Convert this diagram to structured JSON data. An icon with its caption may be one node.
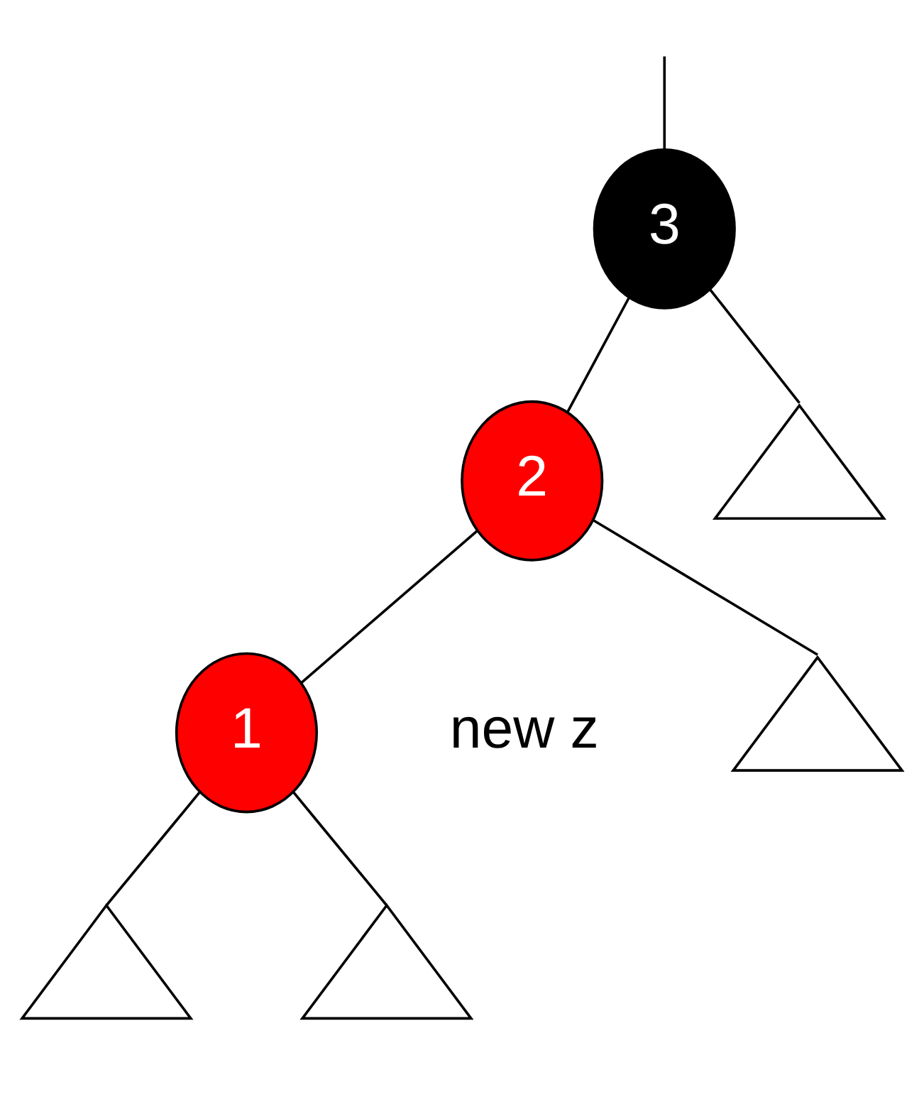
{
  "diagram": {
    "nodes": [
      {
        "text": [
          "3"
        ]
      },
      {
        "text": [
          "2"
        ]
      },
      {
        "text": [],
        "shape": "triangle"
      },
      {
        "text": [
          "1"
        ],
        "beside": [
          "new z"
        ]
      },
      {
        "text": [],
        "shape": "triangle"
      },
      {
        "text": [],
        "shape": "triangle"
      },
      {
        "text": [],
        "shape": "triangle"
      }
    ],
    "edges": [
      {
        "from": null,
        "to": 0,
        "arrow": "none"
      },
      {
        "from": 0,
        "to": 1,
        "arrow": "none"
      },
      {
        "from": 0,
        "to": 2,
        "arrow": "none"
      },
      {
        "from": 1,
        "to": 3,
        "arrow": "none"
      },
      {
        "from": 1,
        "to": 4,
        "arrow": "none"
      },
      {
        "from": 3,
        "to": 5,
        "arrow": "none"
      },
      {
        "from": 3,
        "to": 6,
        "arrow": "none"
      }
    ]
  }
}
